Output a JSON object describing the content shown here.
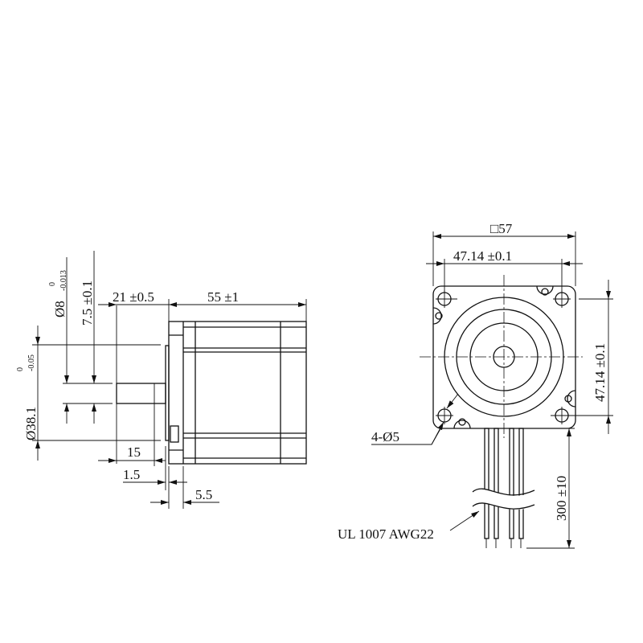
{
  "side_view": {
    "dim_body_length": "55 ±1",
    "dim_shaft_length": "21 ±0.5",
    "dim_shaft_diameter": "Ø8",
    "dim_shaft_diameter_tol_upper": "0",
    "dim_shaft_diameter_tol_lower": "-0.013",
    "dim_flat": "7.5 ±0.1",
    "dim_pilot_diameter": "Ø38.1",
    "dim_pilot_tol_upper": "0",
    "dim_pilot_tol_lower": "-0.05",
    "dim_flat_length": "15",
    "dim_pilot_height": "1.5",
    "dim_flange_thickness": "5.5"
  },
  "front_view": {
    "dim_square": "□57",
    "dim_hole_spacing_h": "47.14 ±0.1",
    "dim_hole_spacing_v": "47.14 ±0.1",
    "dim_holes": "4-Ø5",
    "dim_lead_length": "300 ±10",
    "wire_spec": "UL 1007 AWG22"
  }
}
